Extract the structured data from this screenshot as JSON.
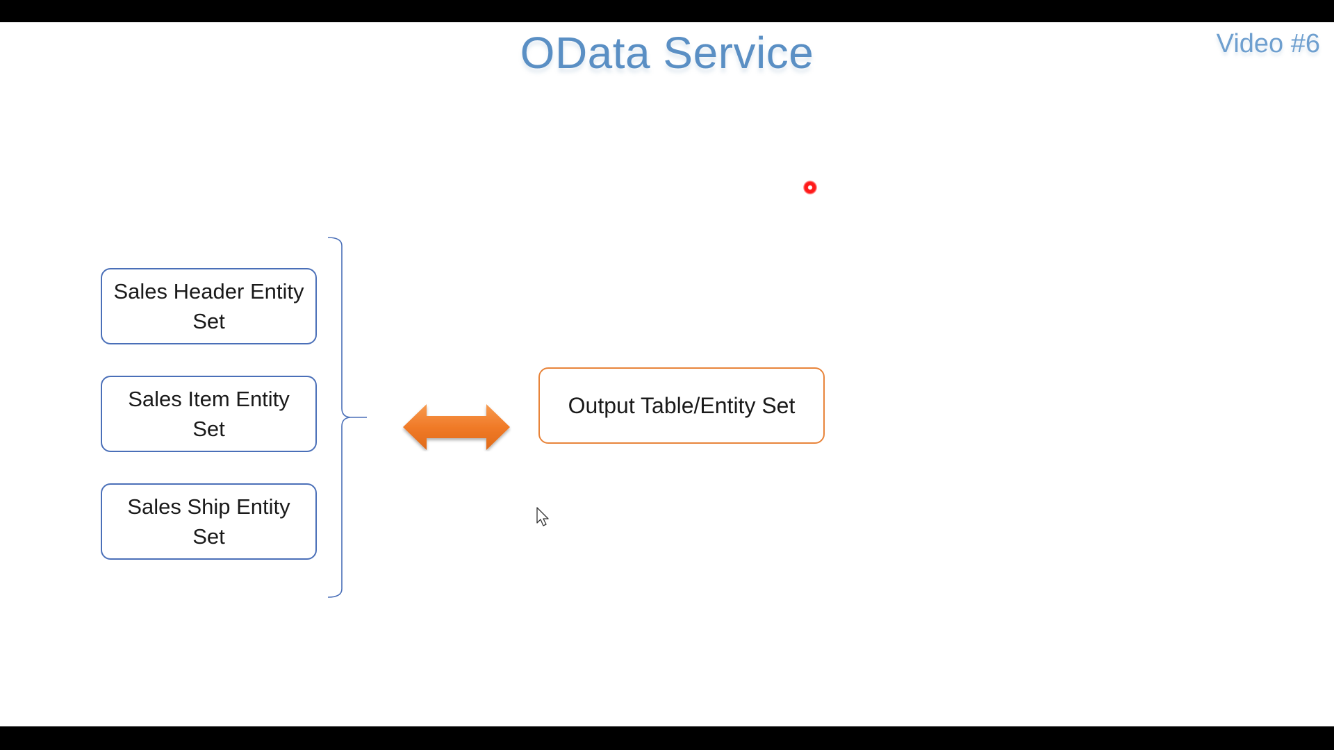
{
  "slide": {
    "title": "OData Service",
    "video_tag": "Video #6"
  },
  "entities": {
    "sales_header": "Sales Header Entity Set",
    "sales_item": "Sales Item Entity Set",
    "sales_ship": "Sales Ship Entity Set"
  },
  "output": {
    "label": "Output Table/Entity Set"
  },
  "colors": {
    "title": "#5a8fc4",
    "entity_border": "#4a6fb8",
    "output_border": "#e8843a",
    "arrow": "#f07a28",
    "laser": "#ff1a1a"
  },
  "icons": {
    "arrow": "double-arrow-icon",
    "cursor": "mouse-cursor-icon",
    "laser": "laser-pointer-icon"
  }
}
